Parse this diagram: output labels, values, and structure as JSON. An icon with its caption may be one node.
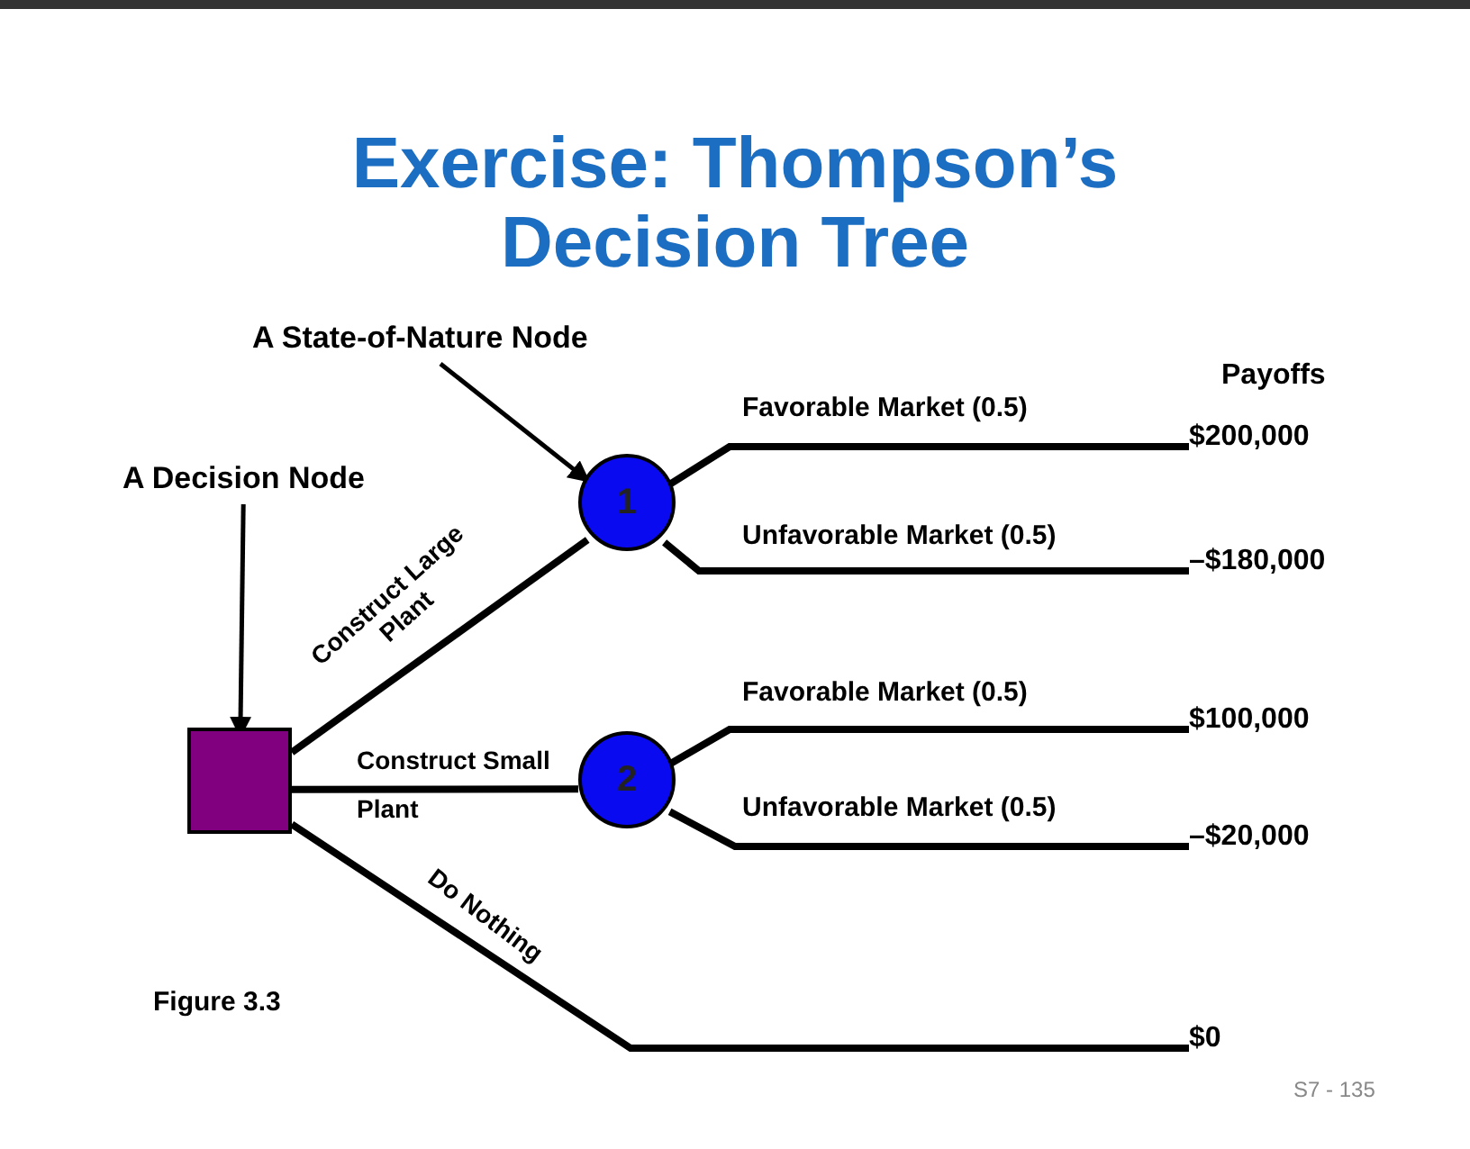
{
  "diagram": {
    "title": "Exercise: Thompson’s Decision Tree",
    "nodes": [
      {
        "text": [
          "A State-of-Nature Node"
        ]
      },
      {
        "text": [
          "A Decision Node"
        ]
      },
      {
        "text": [],
        "shape": "box"
      },
      {
        "text": [
          "1"
        ]
      },
      {
        "text": [
          "2"
        ]
      },
      {
        "text": [
          "$200,000"
        ]
      },
      {
        "text": [
          "–$180,000"
        ]
      },
      {
        "text": [
          "$100,000"
        ]
      },
      {
        "text": [
          "–$20,000"
        ]
      },
      {
        "text": [
          "$0"
        ]
      }
    ],
    "edges": [
      {
        "from": 0,
        "to": 3,
        "arrow": "to"
      },
      {
        "from": 1,
        "to": 2,
        "arrow": "to"
      },
      {
        "from": 2,
        "to": 3,
        "arrow": "none",
        "label": "Construct Large Plant"
      },
      {
        "from": 2,
        "to": 4,
        "arrow": "none",
        "label": "Construct Small Plant"
      },
      {
        "from": 2,
        "to": 9,
        "arrow": "none",
        "label": "Do Nothing"
      },
      {
        "from": 3,
        "to": 5,
        "arrow": "none",
        "label": "Favorable Market (0.5)"
      },
      {
        "from": 3,
        "to": 6,
        "arrow": "none",
        "label": "Unfavorable Market (0.5)"
      },
      {
        "from": 4,
        "to": 7,
        "arrow": "none",
        "label": "Favorable Market (0.5)"
      },
      {
        "from": 4,
        "to": 8,
        "arrow": "none",
        "label": "Unfavorable Market (0.5)"
      }
    ],
    "labels": [
      "Payoffs",
      "Figure 3.3",
      "S7 - 135"
    ]
  }
}
